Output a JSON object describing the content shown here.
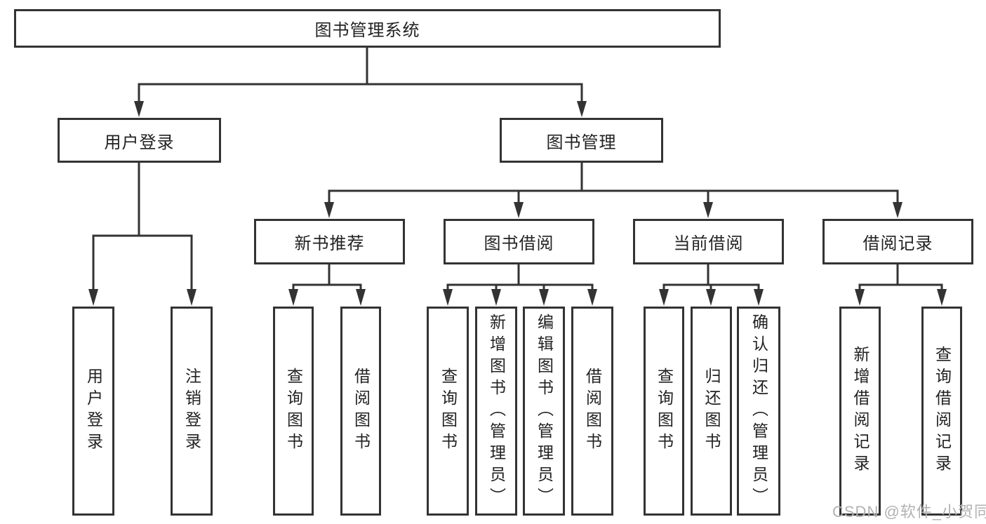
{
  "tree": {
    "label": "图书管理系统",
    "children": [
      {
        "label": "用户登录",
        "children": [
          {
            "label": "用户登录"
          },
          {
            "label": "注销登录"
          }
        ]
      },
      {
        "label": "图书管理",
        "children": [
          {
            "label": "新书推荐",
            "children": [
              {
                "label": "查询图书"
              },
              {
                "label": "借阅图书"
              }
            ]
          },
          {
            "label": "图书借阅",
            "children": [
              {
                "label": "查询图书"
              },
              {
                "label": "新增图书（管理员）"
              },
              {
                "label": "编辑图书（管理员）"
              },
              {
                "label": "借阅图书"
              }
            ]
          },
          {
            "label": "当前借阅",
            "children": [
              {
                "label": "查询图书"
              },
              {
                "label": "归还图书"
              },
              {
                "label": "确认归还（管理员）"
              }
            ]
          },
          {
            "label": "借阅记录",
            "children": [
              {
                "label": "新增借阅记录"
              },
              {
                "label": "查询借阅记录"
              }
            ]
          }
        ]
      }
    ]
  },
  "watermark": {
    "text": "CSDN @软件_小贺同学"
  },
  "colors": {
    "line": "#333333",
    "text": "#222222",
    "background": "#ffffff",
    "watermark": "#b2b2b2"
  }
}
